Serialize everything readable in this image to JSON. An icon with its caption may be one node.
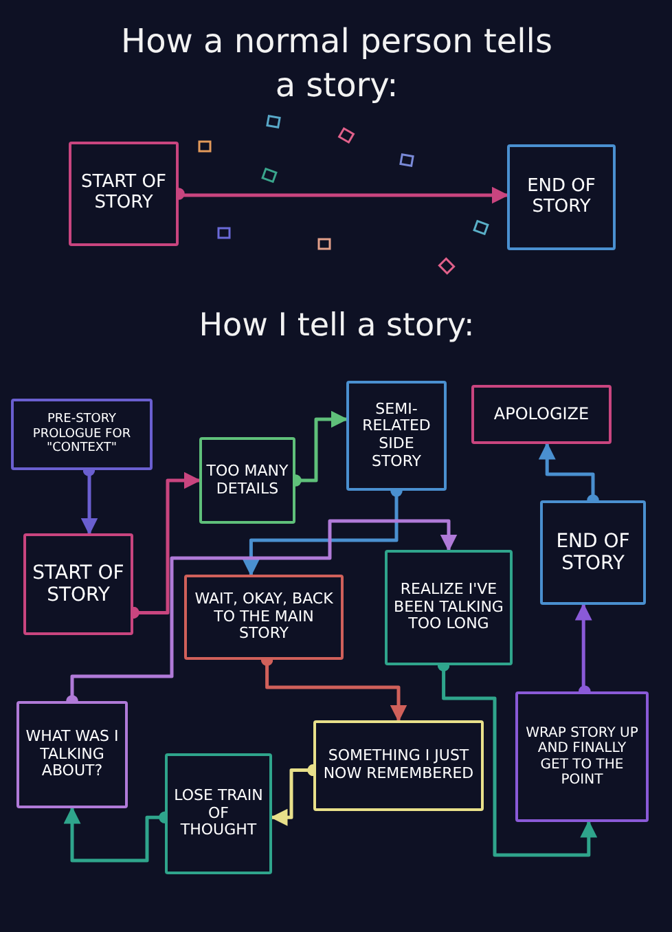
{
  "diagram": {
    "title": "How a normal person tells a story:",
    "nodes": [
      {
        "text": [
          "START OF STORY"
        ]
      },
      {
        "text": [
          "END OF STORY"
        ]
      },
      {
        "text": [
          "PRE-STORY PROLOGUE FOR \"CONTEXT\""
        ]
      },
      {
        "text": [
          "TOO MANY DETAILS"
        ]
      },
      {
        "text": [
          "SEMI-RELATED SIDE STORY"
        ]
      },
      {
        "text": [
          "APOLOGIZE"
        ]
      },
      {
        "text": [
          "START OF STORY"
        ]
      },
      {
        "text": [
          "END OF STORY"
        ]
      },
      {
        "text": [
          "WAIT, OKAY, BACK TO THE MAIN STORY"
        ]
      },
      {
        "text": [
          "REALIZE I'VE BEEN TALKING TOO LONG"
        ]
      },
      {
        "text": [
          "WHAT WAS I TALKING ABOUT?"
        ]
      },
      {
        "text": [
          "SOMETHING I JUST NOW REMEMBERED"
        ]
      },
      {
        "text": [
          "WRAP STORY UP AND FINALLY GET TO THE POINT"
        ]
      },
      {
        "text": [
          "LOSE TRAIN OF THOUGHT"
        ]
      }
    ],
    "edges": [
      {
        "from": 0,
        "to": 1,
        "arrow": "to",
        "color": "#c9457f"
      },
      {
        "from": 2,
        "to": 6,
        "arrow": "to",
        "color": "#6a5fd0"
      },
      {
        "from": 6,
        "to": 3,
        "arrow": "to",
        "color": "#c9457f"
      },
      {
        "from": 3,
        "to": 4,
        "arrow": "to",
        "color": "#5fc07a"
      },
      {
        "from": 4,
        "to": 8,
        "arrow": "to",
        "color": "#4a90d0"
      },
      {
        "from": 10,
        "to": 9,
        "arrow": "to",
        "color": "#b07ad8"
      },
      {
        "from": 8,
        "to": 11,
        "arrow": "to",
        "color": "#d0605a"
      },
      {
        "from": 11,
        "to": 13,
        "arrow": "to",
        "color": "#e8e08a"
      },
      {
        "from": 13,
        "to": 10,
        "arrow": "to",
        "color": "#2fa58c"
      },
      {
        "from": 9,
        "to": 12,
        "arrow": "to",
        "color": "#2fa58c"
      },
      {
        "from": 12,
        "to": 7,
        "arrow": "to",
        "color": "#8a5ad8"
      },
      {
        "from": 7,
        "to": 5,
        "arrow": "to",
        "color": "#4a90d0"
      }
    ],
    "labels": [
      "How I tell a story:"
    ]
  }
}
